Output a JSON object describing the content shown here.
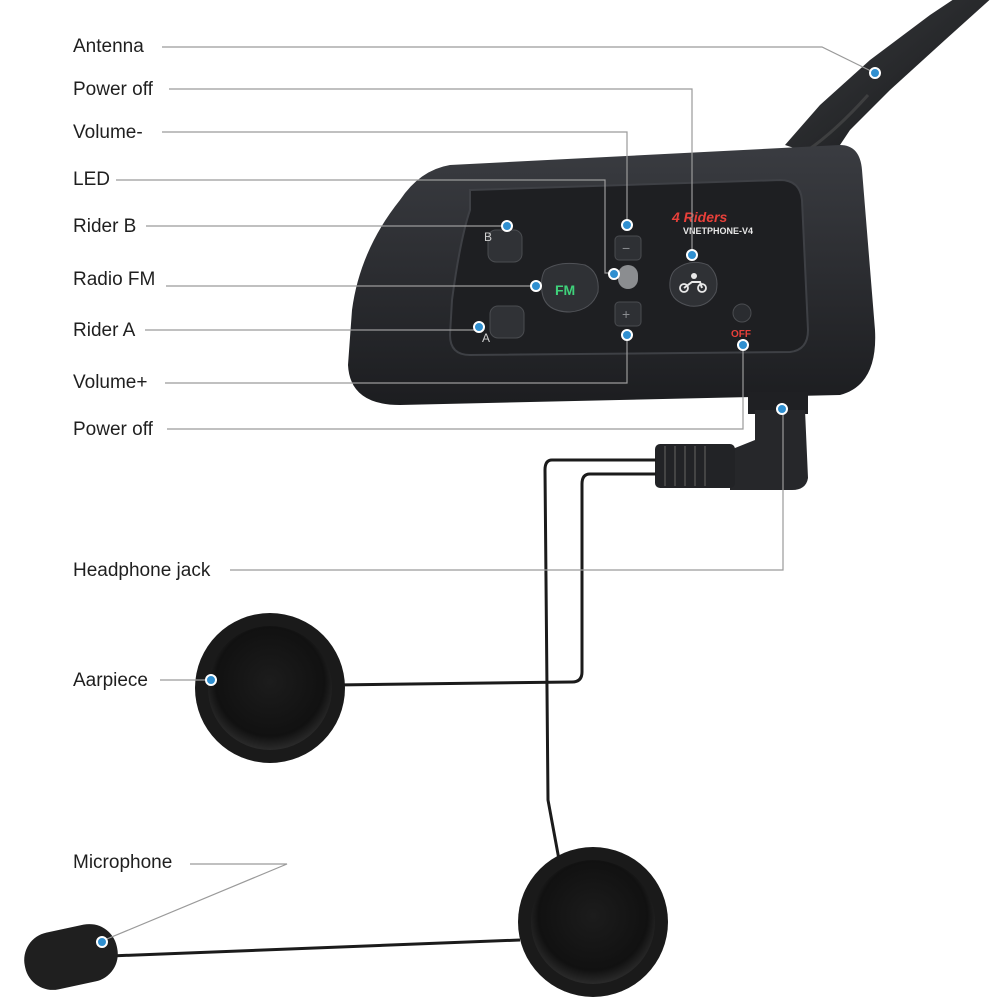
{
  "labels": {
    "antenna": "Antenna",
    "power_off_top": "Power off",
    "volume_minus": "Volume-",
    "led": "LED",
    "rider_b": "Rider B",
    "radio_fm": "Radio FM",
    "rider_a": "Rider A",
    "volume_plus": "Volume+",
    "power_off_bottom": "Power off",
    "headphone_jack": "Headphone jack",
    "earpiece": "Aarpiece",
    "microphone": "Microphone"
  },
  "device": {
    "brand": "4 Riders",
    "model": "VNETPHONE-V4",
    "fm_button": "FM",
    "rider_b_key": "B",
    "rider_a_key": "A",
    "minus_key": "−",
    "plus_key": "+",
    "off_text": "OFF"
  },
  "colors": {
    "callout_dot": "#2f8fd0",
    "leader_line": "#9a9a9a",
    "fm_text": "#3fd17a",
    "off_text": "#e8403a",
    "brand_text": "#e8403a",
    "body": "#2a2c30"
  }
}
